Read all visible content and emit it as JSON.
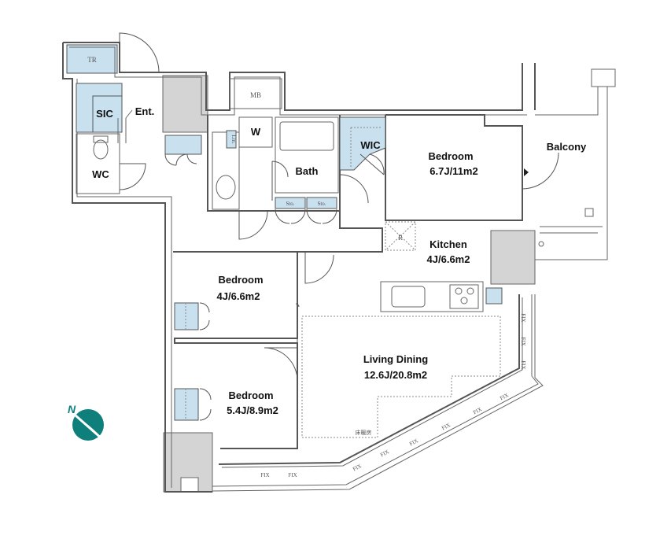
{
  "rooms": {
    "bedroom_main": {
      "name": "Bedroom",
      "size": "6.7J/11m2"
    },
    "kitchen": {
      "name": "Kitchen",
      "size": "4J/6.6m2"
    },
    "bedroom_2": {
      "name": "Bedroom",
      "size": "4J/6.6m2"
    },
    "living": {
      "name": "Living Dining",
      "size": "12.6J/20.8m2"
    },
    "bedroom_3": {
      "name": "Bedroom",
      "size": "5.4J/8.9m2"
    }
  },
  "labels": {
    "tr": "TR",
    "mb": "MB",
    "sic": "SIC",
    "ent": "Ent.",
    "wc": "WC",
    "w": "W",
    "bath": "Bath",
    "wic": "WIC",
    "balcony": "Balcony",
    "sto1": "Sto.",
    "sto2": "Sto.",
    "lin": "Lin.",
    "r": "R",
    "floor_heating": "床暖房",
    "fix": "FIX",
    "north": "N"
  },
  "colors": {
    "storage_fill": "#c9e1ef",
    "shaft_fill": "#d4d4d4",
    "compass": "#0e7f7a"
  }
}
